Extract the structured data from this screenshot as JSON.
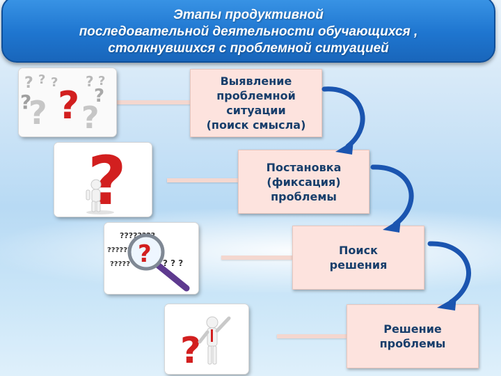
{
  "title": {
    "line1": "Этапы продуктивной",
    "line2": "последовательной  деятельности обучающихся ,",
    "line3": "столкнувшихся с проблемной ситуацией"
  },
  "stages": [
    {
      "label": "Выявление\nпроблемной\nситуации\n(поиск смысла)"
    },
    {
      "label": "Постановка\n(фиксация)\nпроблемы"
    },
    {
      "label": "Поиск\nрешения"
    },
    {
      "label": "Решение\nпроблемы"
    }
  ],
  "images": [
    {
      "icon": "question-marks-group-icon"
    },
    {
      "icon": "figure-with-question-mark-icon"
    },
    {
      "icon": "magnifier-question-icon"
    },
    {
      "icon": "figure-celebrating-icon"
    }
  ],
  "colors": {
    "title_fill": "#1f76d0",
    "stage_fill": "#fde3de",
    "stage_text": "#173e6b",
    "arrow": "#1b55b0",
    "question_red": "#d21f1f"
  },
  "image_text": {
    "magnifier_marks_top": "????????",
    "magnifier_marks_mid": "???????",
    "magnifier_marks_low": "?????",
    "magnifier_marks_right": "? ? ?"
  }
}
